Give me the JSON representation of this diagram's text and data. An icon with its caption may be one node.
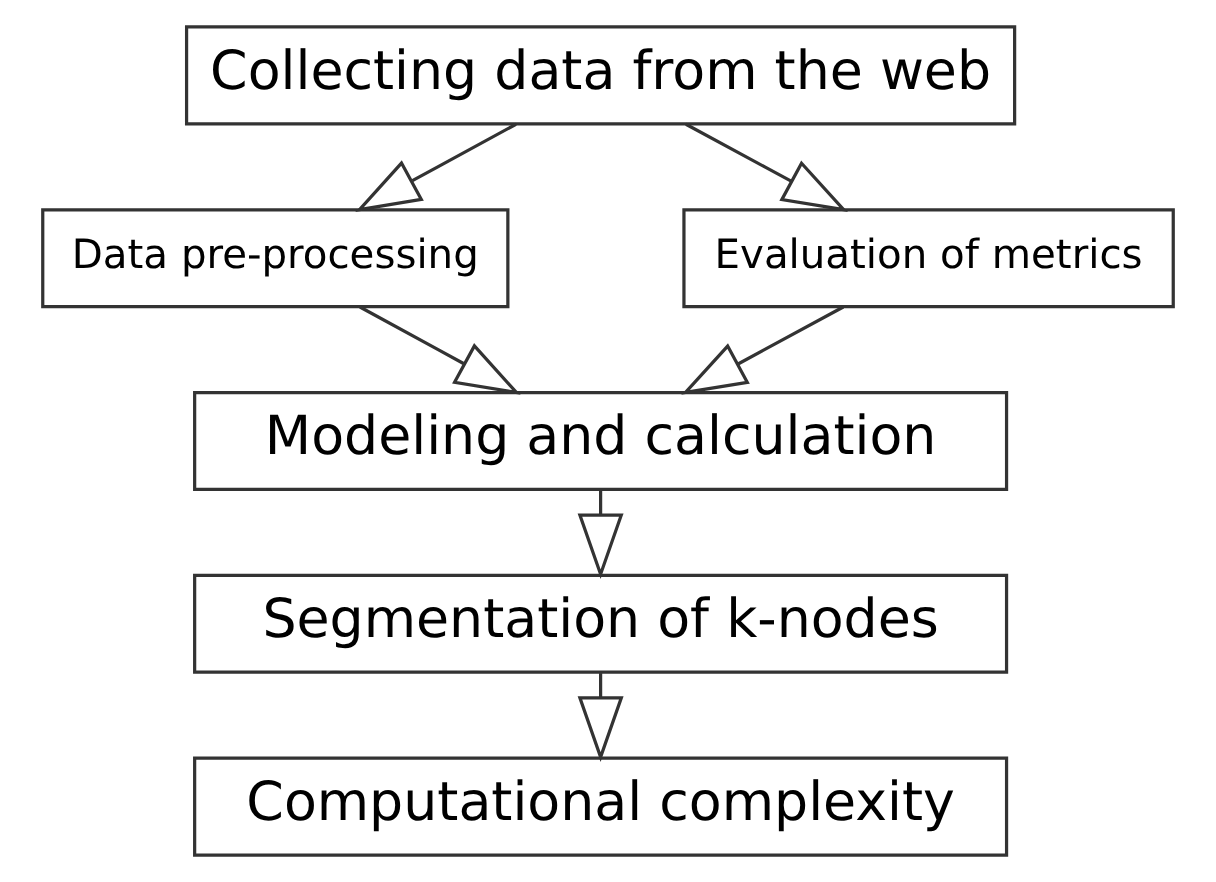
{
  "diagram": {
    "nodes": [
      {
        "text": [
          "Collecting data from the web"
        ]
      },
      {
        "text": [
          "Data pre-processing"
        ]
      },
      {
        "text": [
          "Evaluation of metrics"
        ]
      },
      {
        "text": [
          "Modeling and calculation"
        ]
      },
      {
        "text": [
          "Segmentation of k-nodes"
        ]
      },
      {
        "text": [
          "Computational complexity"
        ]
      }
    ],
    "edges": [
      {
        "from": 0,
        "to": 1,
        "arrow": "to"
      },
      {
        "from": 0,
        "to": 2,
        "arrow": "to"
      },
      {
        "from": 1,
        "to": 3,
        "arrow": "to"
      },
      {
        "from": 2,
        "to": 3,
        "arrow": "to"
      },
      {
        "from": 3,
        "to": 4,
        "arrow": "to"
      },
      {
        "from": 4,
        "to": 5,
        "arrow": "to"
      }
    ]
  }
}
